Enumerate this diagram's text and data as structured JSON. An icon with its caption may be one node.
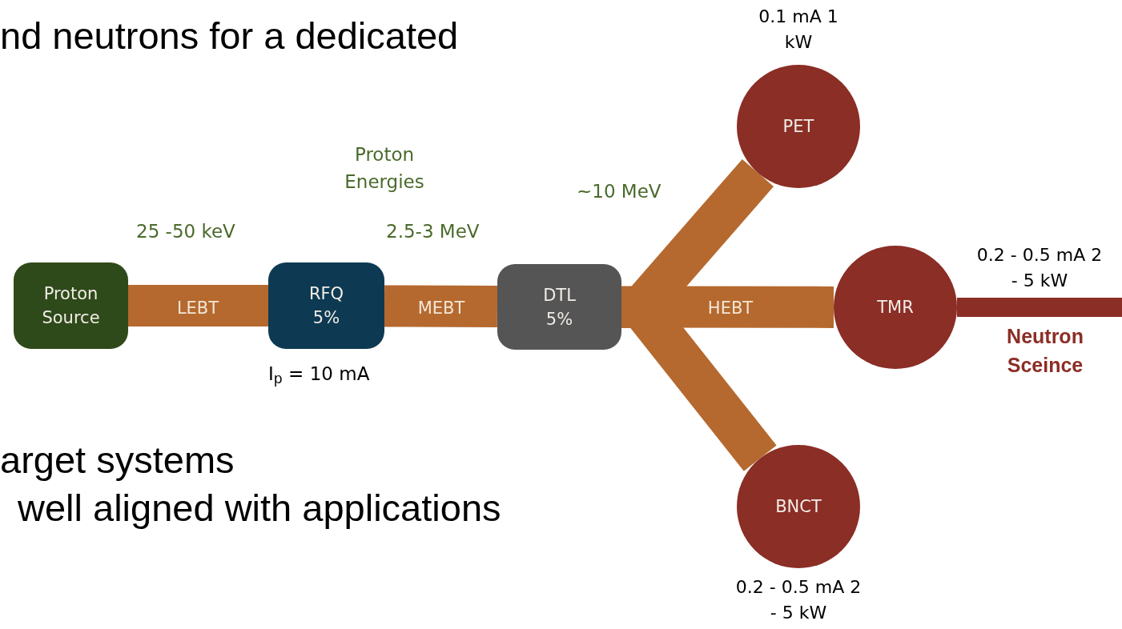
{
  "diagram": {
    "nodes": [
      {
        "text": [
          "Proton Source"
        ]
      },
      {
        "text": [
          "RFQ",
          "5%"
        ]
      },
      {
        "text": [
          "DTL",
          "5%"
        ]
      },
      {
        "text": [
          "PET"
        ],
        "beside": [
          "0.1 mA 1 kW"
        ]
      },
      {
        "text": [
          "TMR"
        ],
        "beside": [
          "0.2 - 0.5 mA 2 - 5 kW"
        ]
      },
      {
        "text": [
          "BNCT"
        ],
        "beside": [
          "0.2 - 0.5 mA 2 - 5 kW"
        ]
      }
    ],
    "edges": [
      {
        "from": 0,
        "to": 1,
        "arrow": "none",
        "label": "LEBT"
      },
      {
        "from": 1,
        "to": 2,
        "arrow": "none",
        "label": "MEBT"
      },
      {
        "from": 2,
        "to": 3,
        "arrow": "none"
      },
      {
        "from": 2,
        "to": 4,
        "arrow": "none",
        "label": "HEBT"
      },
      {
        "from": 2,
        "to": 5,
        "arrow": "none"
      },
      {
        "from": 4,
        "to": null,
        "arrow": "none",
        "label": "Neutron Sceince",
        "color": "#8b2e26"
      }
    ],
    "labels": [
      "nd neutrons for a dedicated",
      "arget systems",
      "well aligned with applications",
      "Proton Energies",
      "25 -50 keV",
      "2.5-3 MeV",
      "~10 MeV",
      "I$_{p}$ = 10 mA"
    ]
  }
}
